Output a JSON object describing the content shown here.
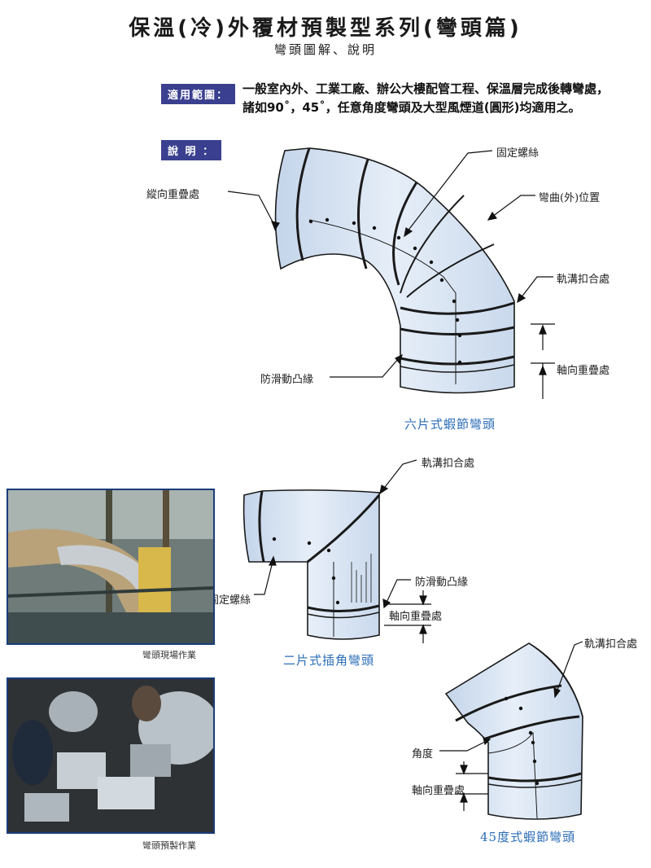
{
  "header": {
    "title": "保溫(冷)外覆材預製型系列(彎頭篇)",
    "subtitle": "彎頭圖解、說明"
  },
  "scope": {
    "badge": "適用範圍：",
    "line1": "一般室內外、工業工廠、辦公大樓配管工程、保溫層完成後轉彎處，",
    "line2": "諸如90˚，45˚，任意角度彎頭及大型風煙道(圓形)均適用之。"
  },
  "explain": {
    "badge": "說 明 ："
  },
  "diagram1": {
    "caption": "六片式蝦節彎頭",
    "labels": {
      "fixed_screw": "固定螺絲",
      "longitudinal_overlap": "縱向重疊處",
      "bend_outer": "彎曲(外)位置",
      "groove_joint": "軌溝扣合處",
      "axial_overlap": "軸向重疊處",
      "anti_slip_bead": "防滑動凸緣"
    }
  },
  "diagram2": {
    "caption": "二片式插角彎頭",
    "labels": {
      "groove_joint": "軌溝扣合處",
      "anti_slip_bead": "防滑動凸緣",
      "fixed_screw": "固定螺絲",
      "axial_overlap": "軸向重疊處"
    }
  },
  "diagram3": {
    "caption": "45度式蝦節彎頭",
    "labels": {
      "groove_joint": "軌溝扣合處",
      "angle": "角度",
      "axial_overlap": "軸向重疊處"
    }
  },
  "photos": [
    {
      "caption": "彎頭現場作業"
    },
    {
      "caption": "彎頭預製作業"
    }
  ],
  "colors": {
    "accent": "#3a3f8f",
    "caption": "#2b6db7",
    "metal": "#d7e3f1",
    "frame": "#1a3d7a"
  }
}
